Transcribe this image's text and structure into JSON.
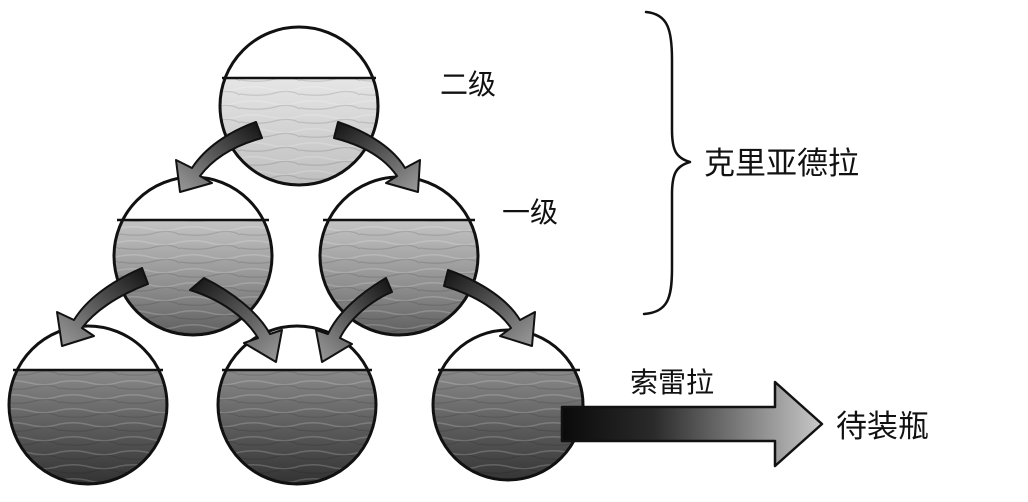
{
  "labels": {
    "tier_upper": "二级",
    "tier_lower": "一级",
    "criadera": "克里亚德拉",
    "solera": "索雷拉",
    "to_bottling": "待装瓶"
  },
  "tiers": [
    {
      "label_ref": "tier_upper",
      "barrels": 1
    },
    {
      "label_ref": "tier_lower",
      "barrels": 2
    },
    {
      "label_ref": "solera",
      "barrels": 3
    }
  ],
  "colors": {
    "outline": "#111111",
    "wood_light": "#d6d6d6",
    "wood_mid": "#9a9a9a",
    "wood_dark": "#4a4a4a",
    "arrow_dark": "#1a1a1a",
    "arrow_light": "#b0b0b0"
  },
  "icons": {
    "barrel": "barrel-icon",
    "transfer_arrow": "curved-arrow-icon",
    "output_arrow": "right-arrow-icon",
    "group_brace": "right-brace-icon"
  }
}
